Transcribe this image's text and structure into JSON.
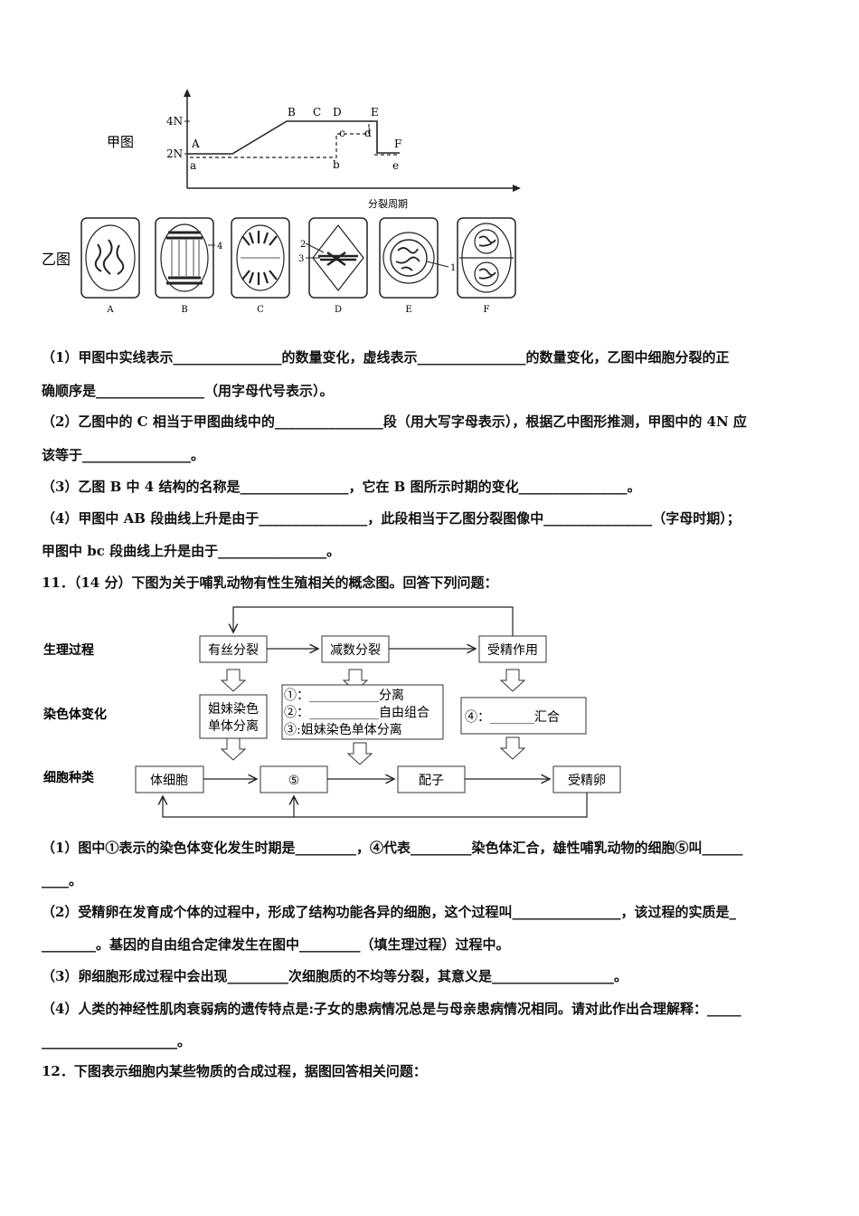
{
  "figure_jia": {
    "label": "甲图",
    "y_ticks": [
      "4N",
      "2N"
    ],
    "points_solid": [
      "A",
      "B",
      "C",
      "D",
      "E",
      "F"
    ],
    "points_dashed": [
      "a",
      "b",
      "c",
      "d",
      "e"
    ],
    "x_axis_label": "分裂周期"
  },
  "figure_yi": {
    "label": "乙图",
    "cells": [
      "A",
      "B",
      "C",
      "D",
      "E",
      "F"
    ],
    "marks": {
      "b4": "4",
      "d2": "2",
      "d3": "3",
      "e1": "1"
    }
  },
  "q10": {
    "p1a": "（1）甲图中实线表示________________的数量变化，虚线表示________________的数量变化，乙图中细胞分裂的正",
    "p1b": "确顺序是________________（用字母代号表示）。",
    "p2a": "（2）乙图中的 C 相当于甲图曲线中的________________段（用大写字母表示），根据乙中图形推测，甲图中的 4N 应",
    "p2b": "该等于________________。",
    "p3": "（3）乙图 B 中 4 结构的名称是________________，它在 B 图所示时期的变化________________。",
    "p4a": "（4）甲图中 AB 段曲线上升是由于________________，此段相当于乙图分裂图像中________________（字母时期）；",
    "p4b": "甲图中 bc 段曲线上升是由于________________。"
  },
  "q11": {
    "title": "11．（14 分）下图为关于哺乳动物有性生殖相关的概念图。回答下列问题：",
    "row_labels": [
      "生理过程",
      "染色体变化",
      "细胞种类"
    ],
    "process_boxes": [
      "有丝分裂",
      "减数分裂",
      "受精作用"
    ],
    "chrom_box1": [
      "姐妹染色",
      "单体分离"
    ],
    "chrom_box2": [
      "①：___________分离",
      "②：___________自由组合",
      "③:姐妹染色单体分离"
    ],
    "chrom_box3": "④：_______汇合",
    "cell_boxes": [
      "体细胞",
      "⑤",
      "配子",
      "受精卵"
    ],
    "p1a": "（1）图中①表示的染色体变化发生时期是_________，④代表_________染色体汇合，雄性哺乳动物的细胞⑤叫______",
    "p1b": "____。",
    "p2a": "（2）受精卵在发育成个体的过程中，形成了结构功能各异的细胞，这个过程叫________________，该过程的实质是_",
    "p2b": "________。基因的自由组合定律发生在图中_________（填生理过程）过程中。",
    "p3": "（3）卵细胞形成过程中会出现_________次细胞质的不均等分裂，其意义是__________________。",
    "p4a": "（4）人类的神经性肌肉衰弱病的遗传特点是:子女的患病情况总是与母亲患病情况相同。请对此作出合理解释：_____",
    "p4b": "____________________。"
  },
  "q12": {
    "title": "12．下图表示细胞内某些物质的合成过程，据图回答相关问题："
  }
}
